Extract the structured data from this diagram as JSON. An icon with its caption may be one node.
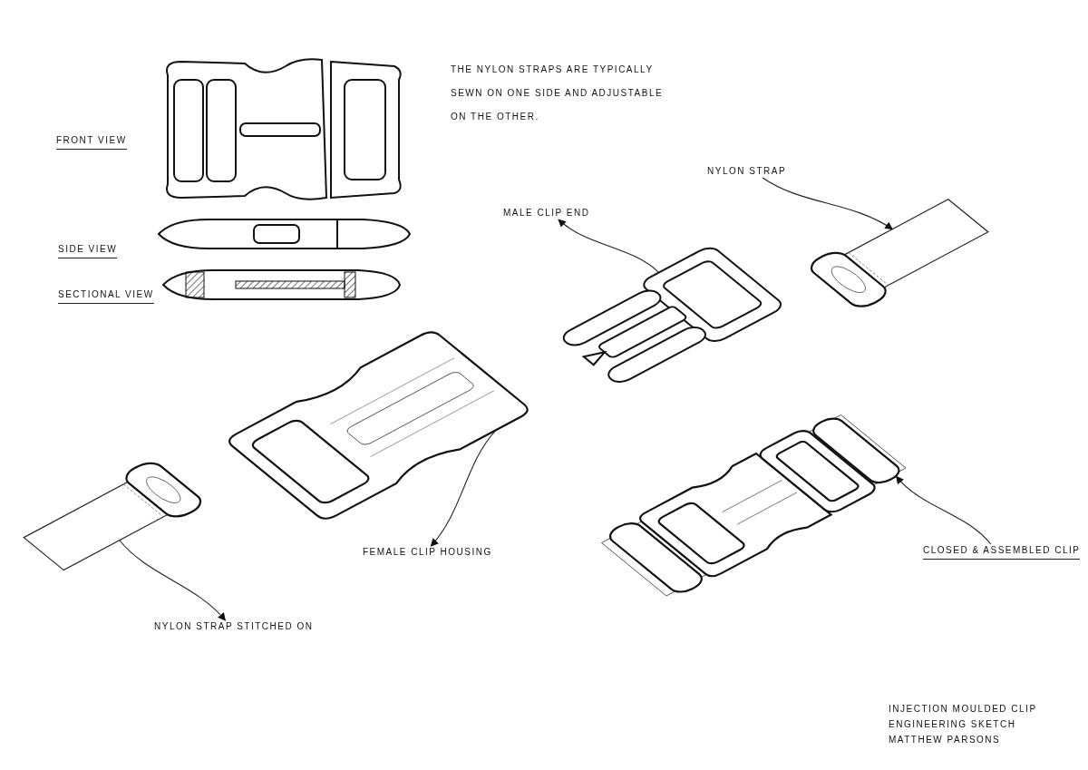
{
  "diagram": {
    "nodes": [
      {
        "text": [
          "NYLON STRAP"
        ]
      },
      {
        "text": [],
        "shape": "picture"
      },
      {
        "text": [
          "MALE CLIP END"
        ]
      },
      {
        "text": [],
        "shape": "picture"
      },
      {
        "text": [],
        "shape": "picture"
      },
      {
        "text": [
          "FEMALE CLIP HOUSING"
        ]
      },
      {
        "text": [],
        "shape": "picture"
      },
      {
        "text": [
          "NYLON STRAP STITCHED ON"
        ]
      },
      {
        "text": [],
        "shape": "picture"
      },
      {
        "text": [
          "CLOSED & ASSEMBLED CLIP"
        ]
      }
    ],
    "edges": [
      {
        "from": 0,
        "to": 1,
        "arrow": "to"
      },
      {
        "from": 3,
        "to": 2,
        "arrow": "to"
      },
      {
        "from": 4,
        "to": 5,
        "arrow": "to"
      },
      {
        "from": 6,
        "to": 7,
        "arrow": "to"
      },
      {
        "from": 9,
        "to": 8,
        "arrow": "to"
      }
    ],
    "labels": [
      "FRONT VIEW",
      "SIDE VIEW",
      "SECTIONAL VIEW",
      "THE NYLON STRAPS ARE TYPICALLY SEWN ON ONE SIDE AND ADJUSTABLE ON THE OTHER.",
      "INJECTION MOULDED CLIP",
      "ENGINEERING SKETCH",
      "MATTHEW PARSONS"
    ]
  }
}
